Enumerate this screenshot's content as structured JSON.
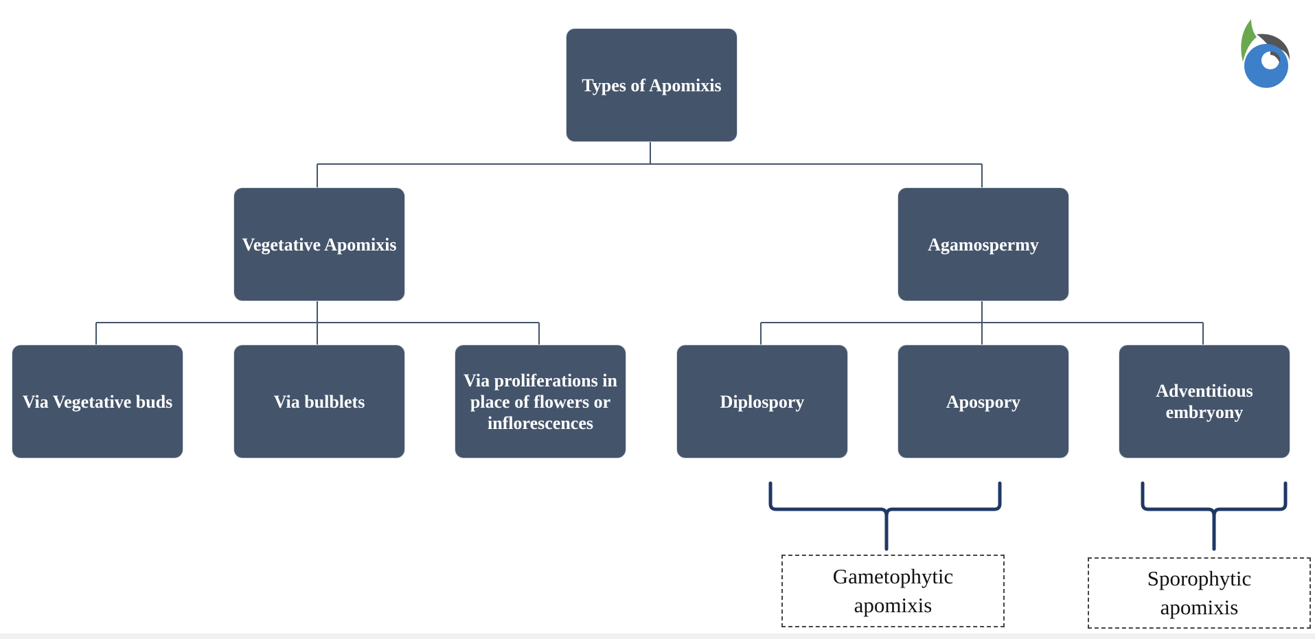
{
  "diagram": {
    "root": {
      "label": "Types of Apomixis"
    },
    "level1": [
      {
        "label": "Vegetative Apomixis"
      },
      {
        "label": "Agamospermy"
      }
    ],
    "vegetative_children": [
      {
        "label": "Via Vegetative buds"
      },
      {
        "label": "Via bulblets"
      },
      {
        "label": "Via proliferations in place of flowers or inflorescences"
      }
    ],
    "agamospermy_children": [
      {
        "label": "Diplospory"
      },
      {
        "label": "Apospory"
      },
      {
        "label": "Adventitious embryony"
      }
    ],
    "groups": [
      {
        "label": "Gametophytic apomixis"
      },
      {
        "label": "Sporophytic apomixis"
      }
    ]
  },
  "colors": {
    "node_fill": "#44546b",
    "node_text": "#ffffff",
    "connector": "#44546b",
    "bracket": "#1f3864",
    "logo_green": "#6aa84f",
    "logo_gray": "#555555",
    "logo_blue": "#3d7fc9"
  },
  "icons": {
    "logo": "leaf-drop-logo-icon"
  }
}
